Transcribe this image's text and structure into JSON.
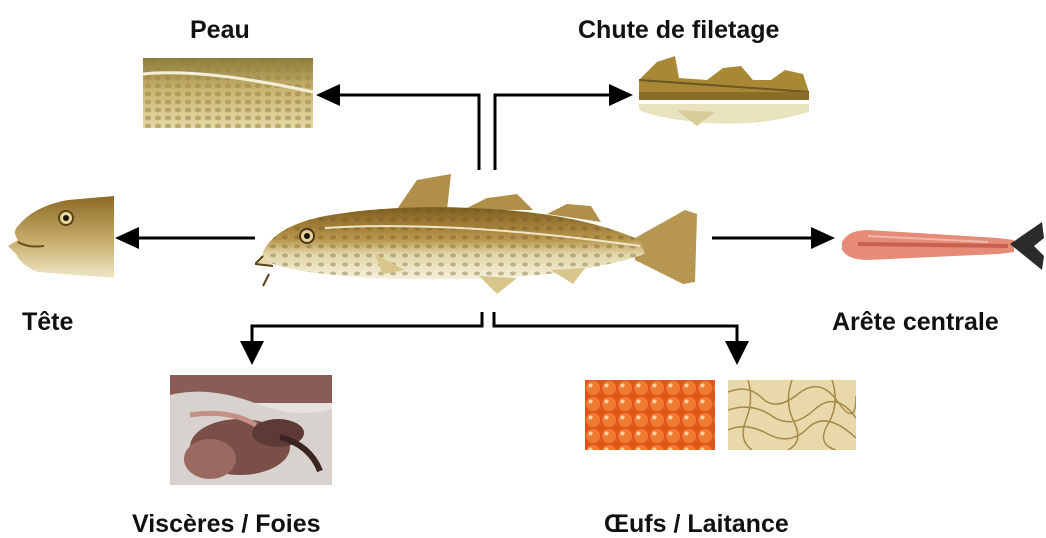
{
  "diagram": {
    "center": {
      "icon": "whole-cod-fish"
    },
    "parts": [
      {
        "key": "peau",
        "label": "Peau",
        "icon": "fish-skin-strip"
      },
      {
        "key": "chute",
        "label": "Chute de filetage",
        "icon": "fillet-trimmings"
      },
      {
        "key": "tete",
        "label": "Tête",
        "icon": "fish-head"
      },
      {
        "key": "arete",
        "label": "Arête centrale",
        "icon": "fish-backbone"
      },
      {
        "key": "visceres",
        "label": "Viscères / Foies",
        "icon": "fish-viscera"
      },
      {
        "key": "oeufs",
        "label": "Œufs / Laitance",
        "icon": "roe-and-milt"
      }
    ]
  },
  "colors": {
    "arrow": "#000000",
    "fish_back": "#8c6a25",
    "fish_belly": "#f1ecd2",
    "skin": "#c9b472",
    "roe": "#f06a22",
    "milt": "#e7d6a6",
    "backbone": "#e58b78",
    "viscera": "#7a4f48"
  }
}
